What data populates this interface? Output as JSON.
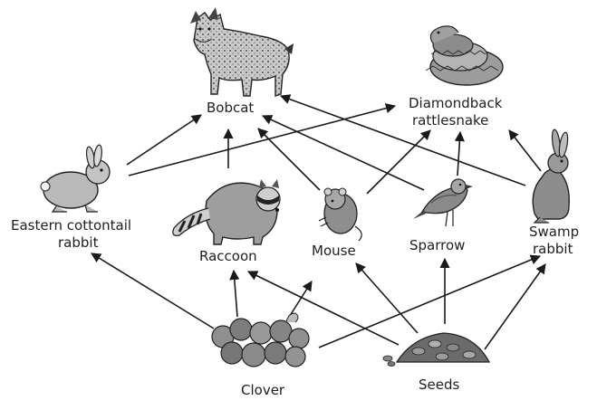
{
  "diagram": {
    "nodes": {
      "bobcat": {
        "label": "Bobcat",
        "icon": "bobcat-icon"
      },
      "rattlesnake": {
        "label_lines": [
          "Diamondback",
          "rattlesnake"
        ],
        "icon": "rattlesnake-icon"
      },
      "cottontail": {
        "label_lines": [
          "Eastern cottontail",
          "rabbit"
        ],
        "icon": "cottontail-rabbit-icon"
      },
      "raccoon": {
        "label": "Raccoon",
        "icon": "raccoon-icon"
      },
      "mouse": {
        "label": "Mouse",
        "icon": "mouse-icon"
      },
      "sparrow": {
        "label": "Sparrow",
        "icon": "sparrow-icon"
      },
      "swamp_rabbit": {
        "label_lines": [
          "Swamp",
          "rabbit"
        ],
        "icon": "swamp-rabbit-icon"
      },
      "clover": {
        "label": "Clover",
        "icon": "clover-icon"
      },
      "seeds": {
        "label": "Seeds",
        "icon": "seeds-icon"
      }
    },
    "edges": [
      {
        "from": "cottontail",
        "to": "bobcat"
      },
      {
        "from": "cottontail",
        "to": "rattlesnake"
      },
      {
        "from": "raccoon",
        "to": "bobcat"
      },
      {
        "from": "mouse",
        "to": "bobcat"
      },
      {
        "from": "mouse",
        "to": "rattlesnake"
      },
      {
        "from": "sparrow",
        "to": "bobcat"
      },
      {
        "from": "sparrow",
        "to": "rattlesnake"
      },
      {
        "from": "swamp_rabbit",
        "to": "bobcat"
      },
      {
        "from": "swamp_rabbit",
        "to": "rattlesnake"
      },
      {
        "from": "clover",
        "to": "cottontail"
      },
      {
        "from": "clover",
        "to": "raccoon"
      },
      {
        "from": "clover",
        "to": "mouse"
      },
      {
        "from": "clover",
        "to": "swamp_rabbit"
      },
      {
        "from": "seeds",
        "to": "raccoon"
      },
      {
        "from": "seeds",
        "to": "mouse"
      },
      {
        "from": "seeds",
        "to": "sparrow"
      },
      {
        "from": "seeds",
        "to": "swamp_rabbit"
      }
    ],
    "colors": {
      "ink": "#1a1a1a",
      "animal_fill": "#a9a9a9",
      "animal_dark": "#5c5c5c",
      "plant_fill": "#8a8a8a"
    }
  }
}
